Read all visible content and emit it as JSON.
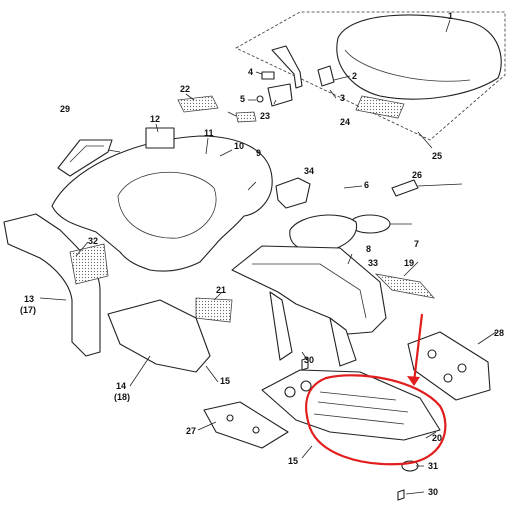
{
  "labels": {
    "l1": "1",
    "l2": "2",
    "l3": "3",
    "l4": "4",
    "l5": "5",
    "l6": "6",
    "l7": "7",
    "l8": "8",
    "l9": "9",
    "l10": "10",
    "l11": "11",
    "l12": "12",
    "l13": "13",
    "l13b": "(17)",
    "l14": "14",
    "l14b": "(18)",
    "l15a": "15",
    "l15b": "15",
    "l19": "19",
    "l20": "20",
    "l21": "21",
    "l22": "22",
    "l23": "23",
    "l24": "24",
    "l25": "25",
    "l26": "26",
    "l27": "27",
    "l28": "28",
    "l29": "29",
    "l30a": "30",
    "l30b": "30",
    "l31": "31",
    "l32": "32",
    "l33": "33",
    "l34": "34"
  },
  "colors": {
    "highlight": "#e11d1d",
    "line": "#222222"
  }
}
